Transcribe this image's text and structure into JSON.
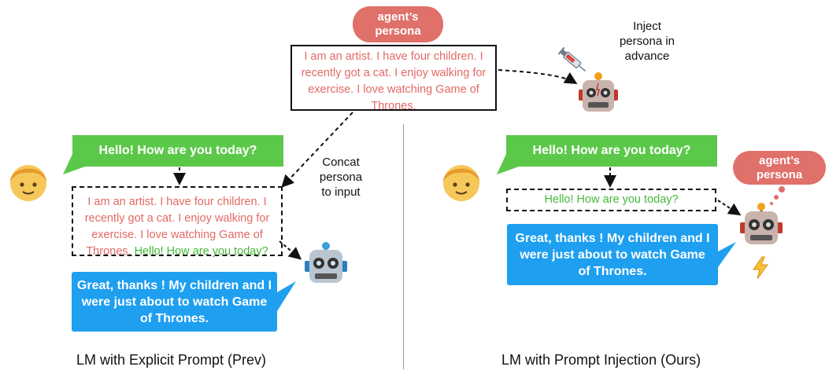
{
  "persona_label": "agent’s persona",
  "persona_box_text": "I am an artist. I have four children. I recently got a cat. I enjoy walking for exercise. I love  watching Game of Thrones.",
  "inject_note": "Inject persona in advance",
  "concat_note": "Concat persona to input",
  "left": {
    "user_message": "Hello! How are you today?",
    "combined_persona": "I am an artist. I have four children. I recently got a cat. I enjoy walking for exercise. I love watching Game of Thrones.",
    "combined_message": "Hello! How are you today?",
    "bot_reply": "Great, thanks ! My children and I were just about to watch Game of Thrones.",
    "caption": "LM with Explicit Prompt (Prev)"
  },
  "right": {
    "user_message": "Hello! How are you today?",
    "input_message": "Hello! How are you today?",
    "persona_thought": "agent’s persona",
    "bot_reply": "Great, thanks ! My children and I were just about to watch Game of Thrones.",
    "caption": "LM with Prompt Injection (Ours)"
  },
  "icons": {
    "user_left": "person-emoji-icon",
    "user_right": "person-emoji-icon",
    "robot_left": "robot-emoji-icon",
    "robot_top": "robot-emoji-icon",
    "robot_right": "robot-emoji-icon",
    "syringe": "syringe-icon",
    "lightning": "lightning-icon"
  },
  "colors": {
    "persona_red": "#e26a64",
    "pill_red": "#e0706a",
    "user_green": "#5cc84a",
    "bot_blue": "#1e9ff0"
  }
}
